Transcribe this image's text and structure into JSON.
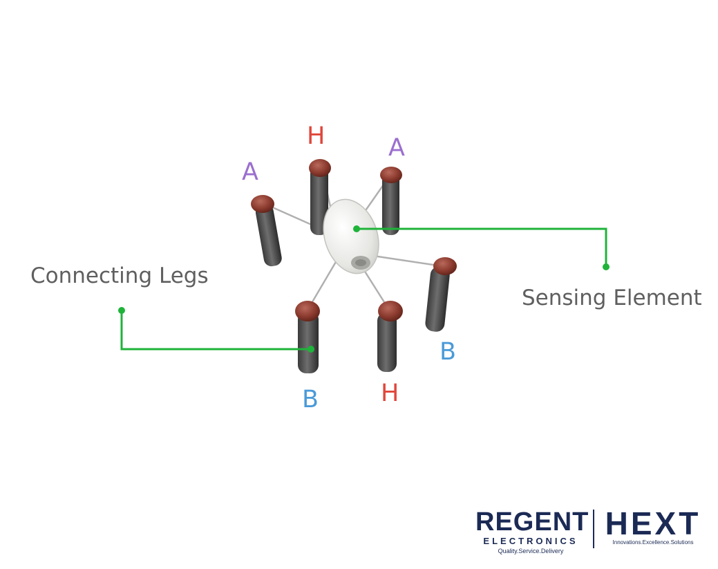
{
  "labels": {
    "connecting_legs": "Connecting Legs",
    "sensing_element": "Sensing Element"
  },
  "pins": {
    "a_top_left": "A",
    "h_top": "H",
    "a_top_right": "A",
    "b_right": "B",
    "b_bottom": "B",
    "h_bottom": "H"
  },
  "pin_colors": {
    "A": "#9b6fcf",
    "H": "#e0463a",
    "B": "#4a9ad8"
  },
  "callout_color": "#1fb33a",
  "logo": {
    "regent": "REGENT",
    "electronics": "ELECTRONICS",
    "regent_tagline": "Quality.Service.Delivery",
    "hext": "HEXT",
    "hext_tagline": "Innovations.Excellence.Solutions",
    "brand_color": "#1b2a55"
  }
}
